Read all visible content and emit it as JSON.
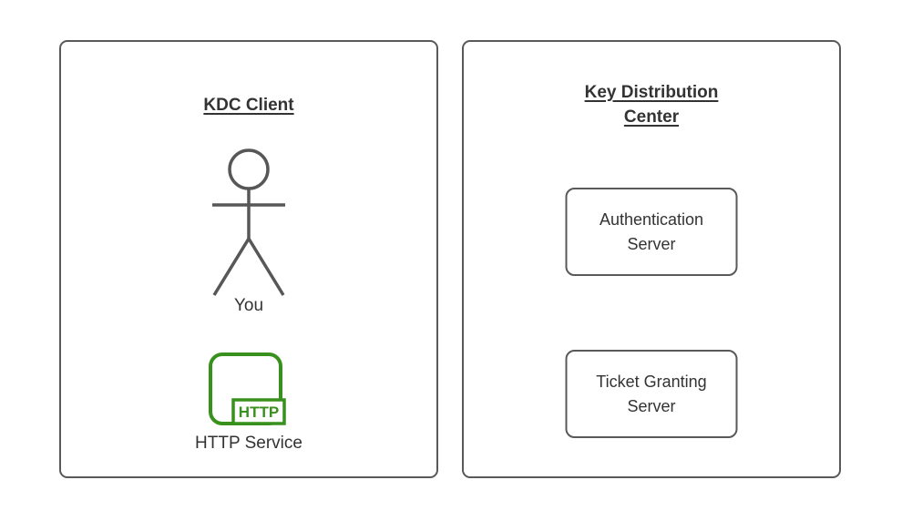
{
  "diagram": {
    "left_panel": {
      "title": "KDC Client",
      "actor_label": "You",
      "service_badge": "HTTP",
      "service_label": "HTTP Service"
    },
    "right_panel": {
      "title": "Key Distribution Center",
      "nodes": [
        {
          "label": "Authentication Server"
        },
        {
          "label": "Ticket Granting Server"
        }
      ]
    },
    "colors": {
      "panel_border": "#595959",
      "text": "#333333",
      "actor_stroke": "#575757",
      "accent_green": "#38911d"
    }
  }
}
